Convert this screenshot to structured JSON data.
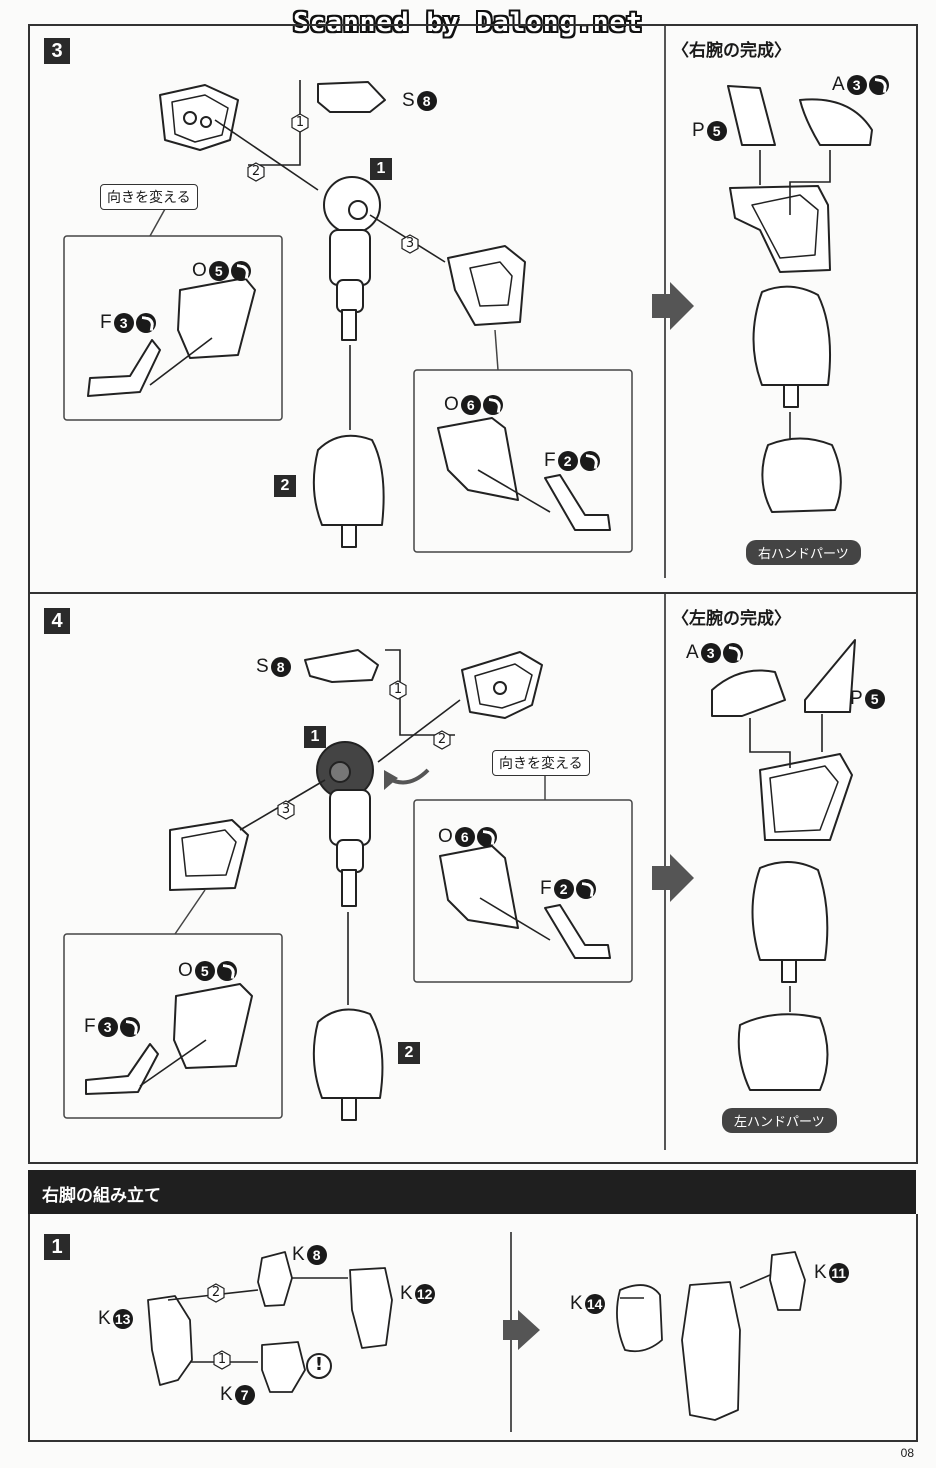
{
  "watermark": "Scanned by Dalong.net",
  "page_number": "08",
  "step3": {
    "number": "3",
    "subassembly_1": "1",
    "subassembly_2": "2",
    "sub_steps": [
      "1",
      "2",
      "3"
    ],
    "rotate_tag": "向きを変える",
    "completion_title": "〈右腕の完成〉",
    "hand_label": "右ハンドパーツ",
    "parts": {
      "s8": {
        "letter": "S",
        "num": "8"
      },
      "o5": {
        "letter": "O",
        "num": "5"
      },
      "f3": {
        "letter": "F",
        "num": "3"
      },
      "o6": {
        "letter": "O",
        "num": "6"
      },
      "f2": {
        "letter": "F",
        "num": "2"
      },
      "p5": {
        "letter": "P",
        "num": "5"
      },
      "a3": {
        "letter": "A",
        "num": "3"
      }
    }
  },
  "step4": {
    "number": "4",
    "subassembly_1": "1",
    "subassembly_2": "2",
    "sub_steps": [
      "1",
      "2",
      "3"
    ],
    "rotate_tag": "向きを変える",
    "completion_title": "〈左腕の完成〉",
    "hand_label": "左ハンドパーツ",
    "parts": {
      "s8": {
        "letter": "S",
        "num": "8"
      },
      "o6": {
        "letter": "O",
        "num": "6"
      },
      "f2": {
        "letter": "F",
        "num": "2"
      },
      "o5": {
        "letter": "O",
        "num": "5"
      },
      "f3": {
        "letter": "F",
        "num": "3"
      },
      "a3": {
        "letter": "A",
        "num": "3"
      },
      "p5": {
        "letter": "P",
        "num": "5"
      }
    }
  },
  "right_leg": {
    "banner_title": "右脚の組み立て",
    "step_number": "1",
    "sub_steps": [
      "1",
      "2"
    ],
    "parts": {
      "k8": {
        "letter": "K",
        "num": "8"
      },
      "k12": {
        "letter": "K",
        "num": "12"
      },
      "k13": {
        "letter": "K",
        "num": "13"
      },
      "k7": {
        "letter": "K",
        "num": "7"
      },
      "k14": {
        "letter": "K",
        "num": "14"
      },
      "k11": {
        "letter": "K",
        "num": "11"
      }
    },
    "caution_icon": "exclamation-icon"
  }
}
